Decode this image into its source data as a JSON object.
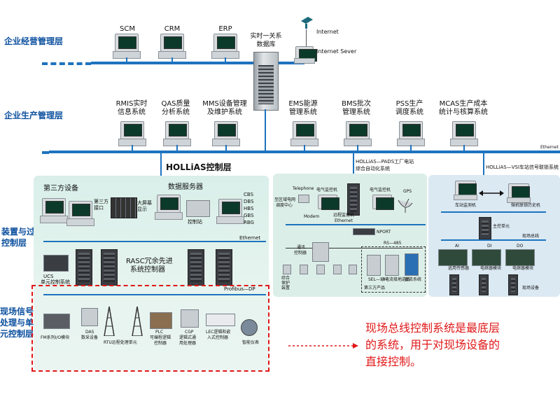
{
  "layers": {
    "enterprise": "企业经营管理层",
    "production": "企业生产管理层",
    "device": [
      "装置与过程",
      "控制层"
    ],
    "field": [
      "现场信号",
      "处理与单",
      "元控制层"
    ]
  },
  "enterprise_nodes": {
    "scm": "SCM",
    "crm": "CRM",
    "erp": "ERP",
    "realtime_db": [
      "实时一关系",
      "数据库"
    ],
    "internet": "Internet",
    "internet_server": "Internet Sever"
  },
  "production_nodes": [
    [
      "RMIS实时",
      "信息系统"
    ],
    [
      "QAS质量",
      "分析系统"
    ],
    [
      "MMS设备管理",
      "及维护系统"
    ],
    [
      "EMS能源",
      "管理系统"
    ],
    [
      "BMS批次",
      "管理系统"
    ],
    [
      "PSS生产",
      "调度系统"
    ],
    [
      "MCAS生产成本",
      "统计与核算系统"
    ]
  ],
  "ethernet_top": "Ethernet",
  "hollias_control_layer": "HOLLiAS控制层",
  "left_panel": {
    "third_party": "第三方设备",
    "data_server": "数据服务器",
    "third_party_interface": [
      "第三方",
      "接口"
    ],
    "big_screen": [
      "大屏幕",
      "显示"
    ],
    "control_room": "控制站",
    "services": [
      "CBS",
      "DBS",
      "HBS",
      "GBS",
      "RBG"
    ],
    "ethernet": "Ethernet",
    "ucs": [
      "UCS",
      "单元控制系统"
    ],
    "rasc": [
      "RASC冗余先进",
      "系统控制器"
    ],
    "profibus": "Profibus—DP",
    "field_devices": {
      "fm": "FM系列I/O模块",
      "das": [
        "DAS",
        "数采设备"
      ],
      "rtu": "RTU远程处理单元",
      "plc": [
        "PLC",
        "可编程逻辑",
        "控制器"
      ],
      "cgp": [
        "CGP",
        "逻辑式通",
        "用处理器"
      ],
      "lec": [
        "LEC逻辑和嵌",
        "入式控制器"
      ],
      "smart": "智能仪表"
    }
  },
  "middle_panel": {
    "title": [
      "HOLLiAS—PADS工厂电站",
      "综合自动化系统"
    ],
    "telephone": "Telephone",
    "dispatch": [
      "至区域电网",
      "调度中心"
    ],
    "monitor1": "电气监控机",
    "monitor2": "电气监控机",
    "gps": "GPS",
    "modem": "Modem",
    "remote_monitor": "远程监控机",
    "ethernet": "Ethernet",
    "nport": "NPORT",
    "rs485": "RS—485",
    "comm_controller": [
      "通讯",
      "控制器"
    ],
    "protection": [
      "综合",
      "保护",
      "装置"
    ],
    "sel": "SEL—587",
    "low_voltage": "小电流接地选线",
    "dc_system": "直流系统",
    "third_party_products": "第三方产品"
  },
  "right_panel": {
    "title": "HOLLiAS—VSI车站信号联锁系统",
    "station_monitor": "车站监测机",
    "micro_history": "微机联锁历史机",
    "main_controller": "主控单元",
    "field_bus": "现场总线",
    "modules": [
      "AI",
      "DI",
      "DO"
    ],
    "relay1": "逃用传感器",
    "relay2": "电继器模块",
    "relay3": "电继器模块",
    "field_equipment": "现场设备"
  },
  "annotation": [
    "现场总线控制系统是最底层",
    "的系统，用于对现场设备的",
    "直接控制。"
  ],
  "colors": {
    "bus": "#1e73be",
    "layer_label": "#0b4f9e",
    "highlight": "#e01818",
    "panel_bg": "#dbeee8"
  }
}
